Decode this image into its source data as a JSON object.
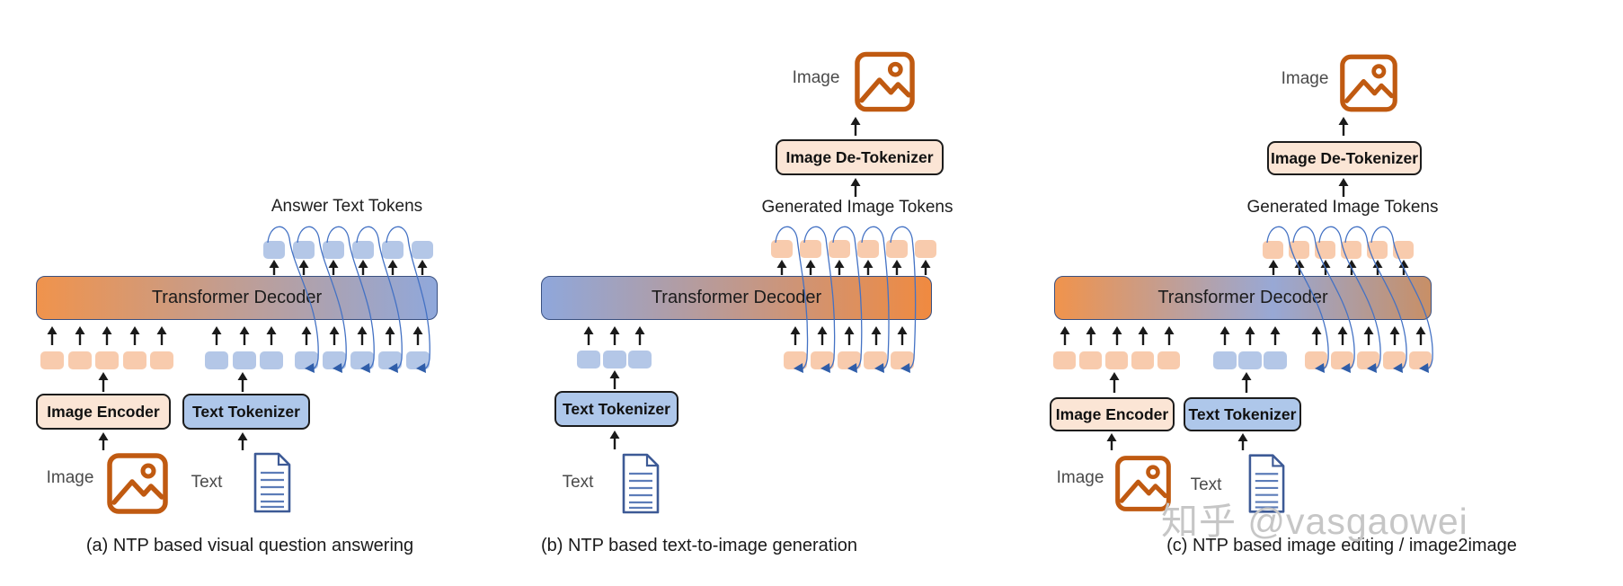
{
  "figure": {
    "watermark": "知乎 @vasgaowei",
    "colors": {
      "image_accent": "#C05A11",
      "image_token_fill": "#F8CBAD",
      "text_token_fill": "#B4C7E7",
      "image_box_fill": "#FBE5D5",
      "text_box_fill": "#AEC7EA",
      "decoder_gradient_orange": "#F0934C",
      "decoder_gradient_blue": "#8FA7DB",
      "loop_arrow_blue": "#4472C4",
      "arrow_black": "#1A1A1A",
      "document_icon_blue": "#3D5A96",
      "watermark_gray": "#C6C6C6"
    },
    "panels": [
      {
        "caption": "(a) NTP based visual question answering",
        "decoder_label": "Transformer Decoder",
        "output_tokens_label": "Answer Text Tokens",
        "image_encoder_label": "Image Encoder",
        "text_tokenizer_label": "Text Tokenizer",
        "image_input_label": "Image",
        "text_input_label": "Text",
        "token_counts": {
          "image_input": 5,
          "text_input": 3,
          "feedback": 5,
          "output": 6
        }
      },
      {
        "caption": "(b) NTP based text-to-image generation",
        "decoder_label": "Transformer Decoder",
        "output_tokens_label": "Generated Image Tokens",
        "image_detokenizer_label": "Image De-Tokenizer",
        "text_tokenizer_label": "Text Tokenizer",
        "image_output_label": "Image",
        "text_input_label": "Text",
        "token_counts": {
          "text_input": 3,
          "feedback": 5,
          "output": 6
        }
      },
      {
        "caption": "(c) NTP based image editing / image2image",
        "decoder_label": "Transformer Decoder",
        "output_tokens_label": "Generated Image Tokens",
        "image_detokenizer_label": "Image De-Tokenizer",
        "image_encoder_label": "Image Encoder",
        "text_tokenizer_label": "Text Tokenizer",
        "image_output_label": "Image",
        "image_input_label": "Image",
        "text_input_label": "Text",
        "token_counts": {
          "image_input": 5,
          "text_input": 3,
          "feedback": 5,
          "output": 6
        }
      }
    ]
  }
}
